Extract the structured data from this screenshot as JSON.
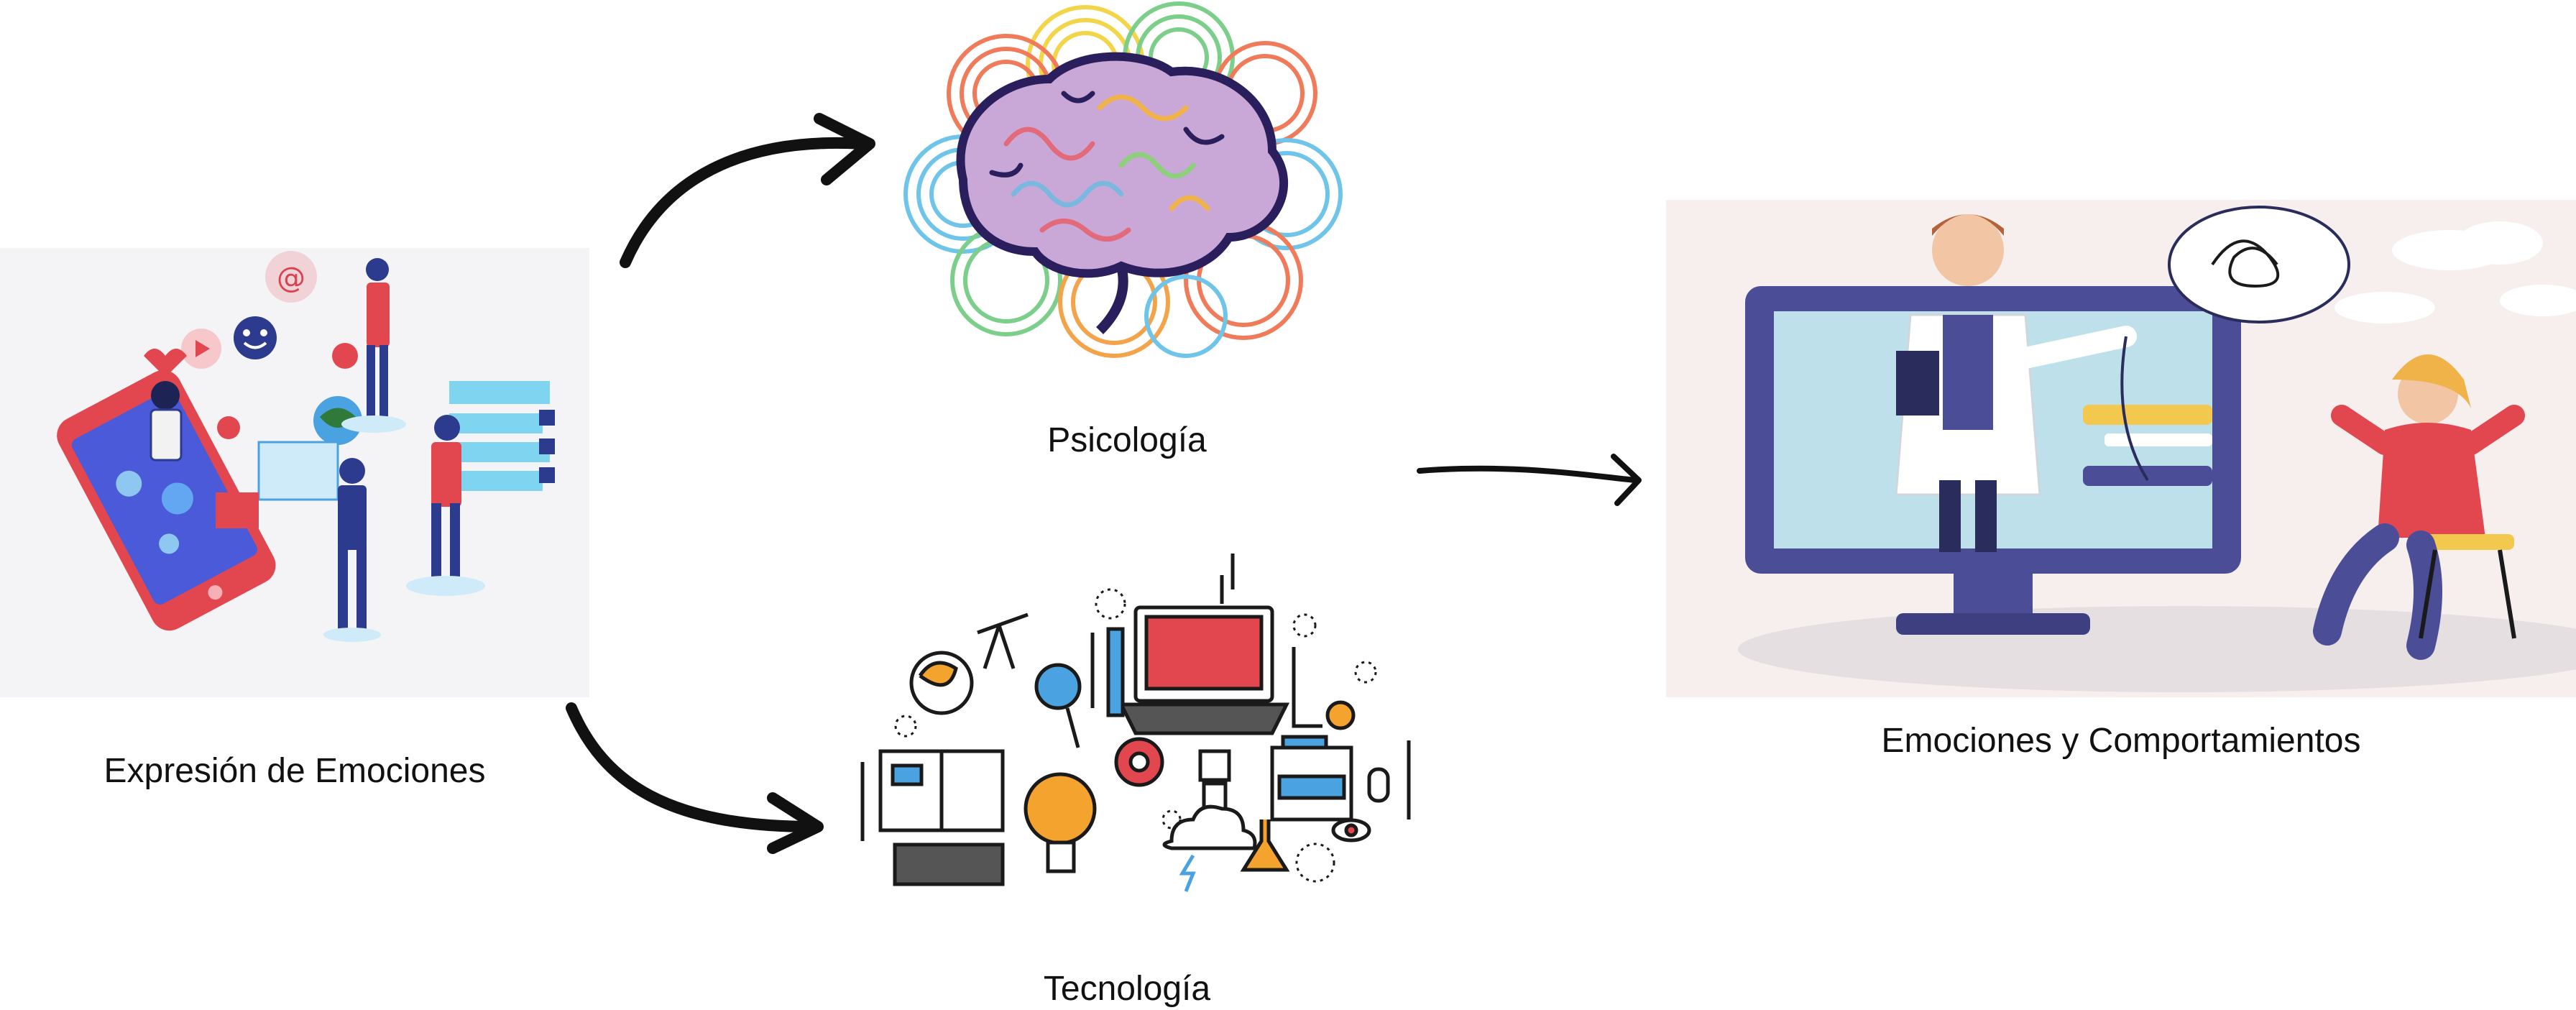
{
  "nodes": {
    "expresion": {
      "label": "Expresión de Emociones",
      "icon": "social-media-people-icon"
    },
    "psicologia": {
      "label": "Psicología",
      "icon": "colorful-brain-icon"
    },
    "tecnologia": {
      "label": "Tecnología",
      "icon": "technology-doodles-icon"
    },
    "emociones": {
      "label": "Emociones y Comportamientos",
      "icon": "doctor-patient-screen-icon"
    }
  },
  "edges": [
    {
      "from": "expresion",
      "to": "psicologia"
    },
    {
      "from": "expresion",
      "to": "tecnologia"
    },
    {
      "from": "psicologia",
      "to": "emociones"
    }
  ],
  "colors": {
    "arrow": "#111111",
    "panel_left_bg": "#f5f5f7",
    "panel_right_bg": "#f7f0ef"
  }
}
